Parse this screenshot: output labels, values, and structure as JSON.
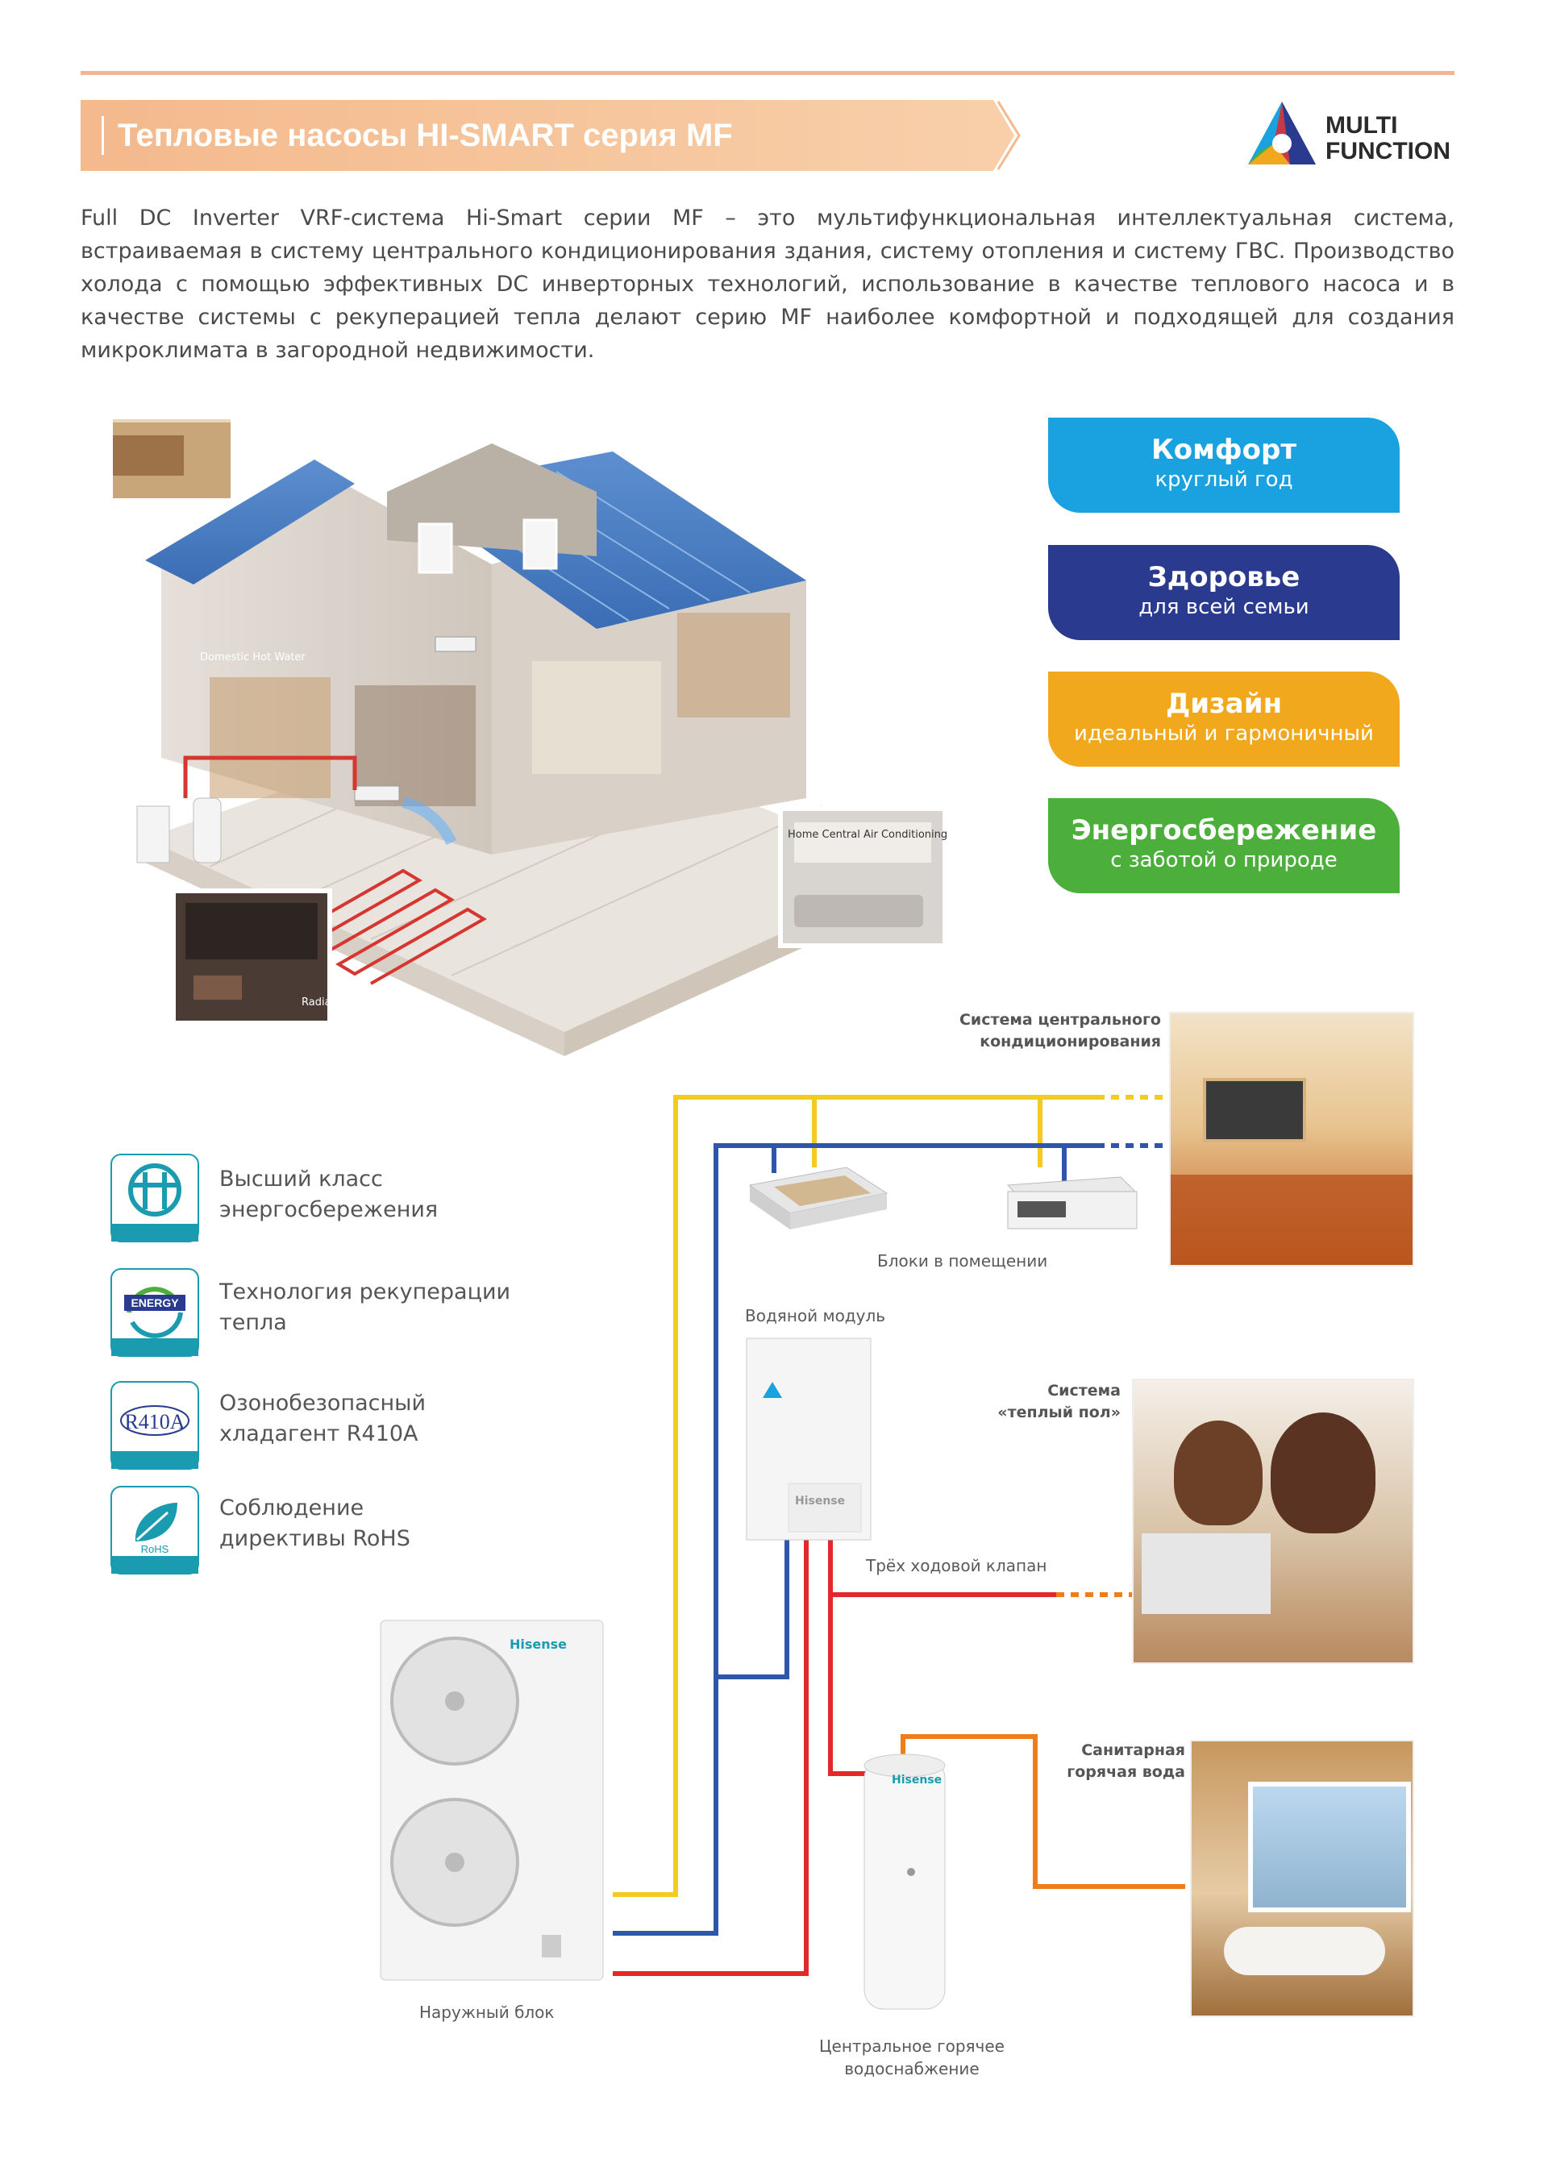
{
  "header": {
    "title": "Тепловые насосы HI-SMART серия MF",
    "logo_line1": "MULTI",
    "logo_line2": "FUNCTION"
  },
  "intro": {
    "text": "Full DC Inverter VRF-система Hi-Smart серии MF – это мультифункциональная интеллектуальная система, встраиваемая в систему центрального кондиционирования здания, систему отопления и систему ГВС. Производство холода с помощью эффективных DC инверторных технологий, использование в качестве теплового насоса и в качестве системы с рекуперацией тепла делают серию MF наиболее комфортной и подходящей для создания микроклимата в загородной недвижимости."
  },
  "features": [
    {
      "title": "Комфорт",
      "subtitle": "круглый год",
      "color": "#1aa2e0"
    },
    {
      "title": "Здоровье",
      "subtitle": "для всей семьи",
      "color": "#2a3b8f"
    },
    {
      "title": "Дизайн",
      "subtitle": "идеальный и гармоничный",
      "color": "#f2a81d"
    },
    {
      "title": "Энергосбережение",
      "subtitle": "с заботой о природе",
      "color": "#4caf3c"
    }
  ],
  "house": {
    "labels": {
      "hot_water": "Domestic Hot Water",
      "central_ac": "Home Central Air Conditioning",
      "floor_heating": "Radiant Floor Heating"
    }
  },
  "badges": [
    {
      "line1": "Высший класс",
      "line2": "энергосбережения",
      "icon": "hi-efficiency-icon",
      "icon_text": ""
    },
    {
      "line1": "Технология рекуперации",
      "line2": "тепла",
      "icon": "energy-recovery-icon",
      "icon_text": "ENERGY"
    },
    {
      "line1": "Озонобезопасный",
      "line2": "хладагент R410A",
      "icon": "r410a-icon",
      "icon_text": "R410A"
    },
    {
      "line1": "Соблюдение",
      "line2": "директивы RoHS",
      "icon": "rohs-leaf-icon",
      "icon_text": "RoHS"
    }
  ],
  "diagram": {
    "central_ac_line1": "Система центрального",
    "central_ac_line2": "кондиционирования",
    "indoor_units": "Блоки в помещении",
    "water_module": "Водяной модуль",
    "floor_line1": "Система",
    "floor_line2": "«теплый пол»",
    "valve": "Трёх ходовой клапан",
    "sanitary_line1": "Санитарная",
    "sanitary_line2": "горячая вода",
    "outdoor": "Наружный блок",
    "tank_line1": "Центральное горячее",
    "tank_line2": "водоснабжение",
    "brand": "Hisense"
  },
  "colors": {
    "yellow_pipe": "#f2cc1f",
    "blue_pipe": "#2f56a8",
    "red_pipe": "#e3282b",
    "orange_pipe": "#ef7d1a",
    "accent": "#f4b98d"
  }
}
